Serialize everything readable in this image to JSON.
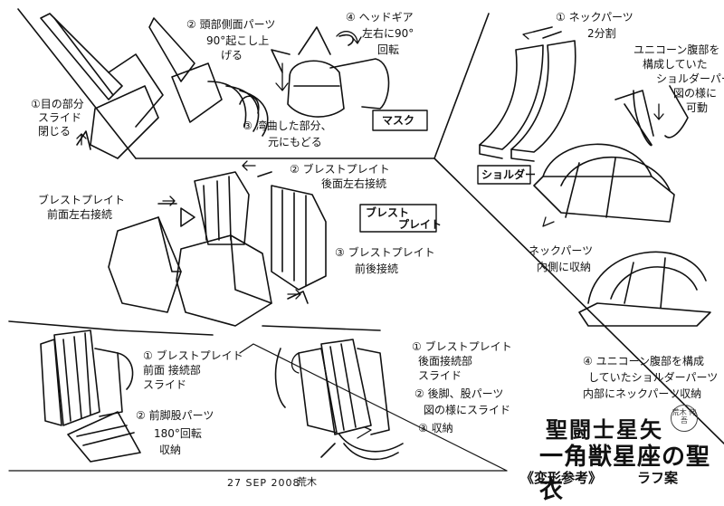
{
  "labels": {
    "eye": [
      "①目の部分",
      "スライド",
      "閉じる"
    ],
    "head_side": [
      "② 頭部側面パーツ",
      "90°起こし上",
      "げる"
    ],
    "headgear": [
      "④ ヘッドギア",
      "左右に90°",
      "回転"
    ],
    "bent": [
      "③ 湾曲した部分、",
      "元にもどる"
    ],
    "mask_box": "マスク",
    "neck_parts": [
      "① ネックパーツ",
      "2分割"
    ],
    "unicorn_upper": [
      "ユニコーン腹部を",
      "構成していた",
      "ショルダーパーツ",
      "図の様に",
      "可動"
    ],
    "shoulder_box": "ショルダー",
    "neck_inside": [
      "ネックパーツ",
      "内側に収納"
    ],
    "unicorn_lower": [
      "④ ユニコーン腹部を構成",
      "していたショルダーパーツ",
      "内部にネックパーツ収納"
    ],
    "bp_rear": [
      "② ブレストプレイト",
      "後面左右接続"
    ],
    "bp_front": [
      "ブレストプレイト",
      "前面左右接続"
    ],
    "bp_box": [
      "ブレスト",
      "プレイト"
    ],
    "bp_frontback": [
      "③ ブレストプレイト",
      "前後接続"
    ],
    "bl_left": [
      "① ブレストプレイト",
      "前面 接続部",
      "スライド"
    ],
    "leg_rotate": [
      "② 前脚股パーツ",
      "180°回転",
      "収納"
    ],
    "bl_right_1": [
      "① ブレストプレイト",
      "後面接続部",
      "スライド"
    ],
    "bl_right_2": [
      "② 後脚、股パーツ",
      "図の様にスライド"
    ],
    "bl_right_3": [
      "③ 収納"
    ]
  },
  "title": {
    "series": "聖闘士星矢",
    "name": "一角獣星座の聖衣",
    "subtitle": "《変形参考》",
    "sign": "ラフ案"
  },
  "date": "27 SEP 2008",
  "signature": "荒木",
  "stamp": "荒木\n伸吾"
}
